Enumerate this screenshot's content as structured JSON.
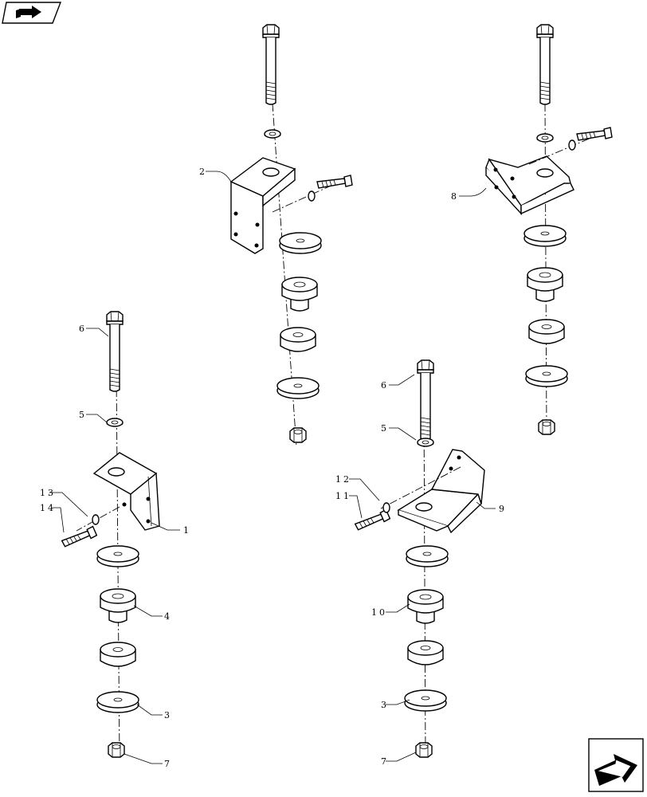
{
  "diagram": {
    "callouts": {
      "c1": "1",
      "c2": "2",
      "c3a": "3",
      "c3b": "3",
      "c4": "4",
      "c5a": "5",
      "c5b": "5",
      "c6a": "6",
      "c6b": "6",
      "c7a": "7",
      "c7b": "7",
      "c8": "8",
      "c9": "9",
      "c10": "10",
      "c11": "11",
      "c12": "12",
      "c13": "13",
      "c14": "14"
    },
    "icons": {
      "top_left": "book-arrow-icon",
      "bottom_right": "next-page-arrow-icon"
    }
  }
}
